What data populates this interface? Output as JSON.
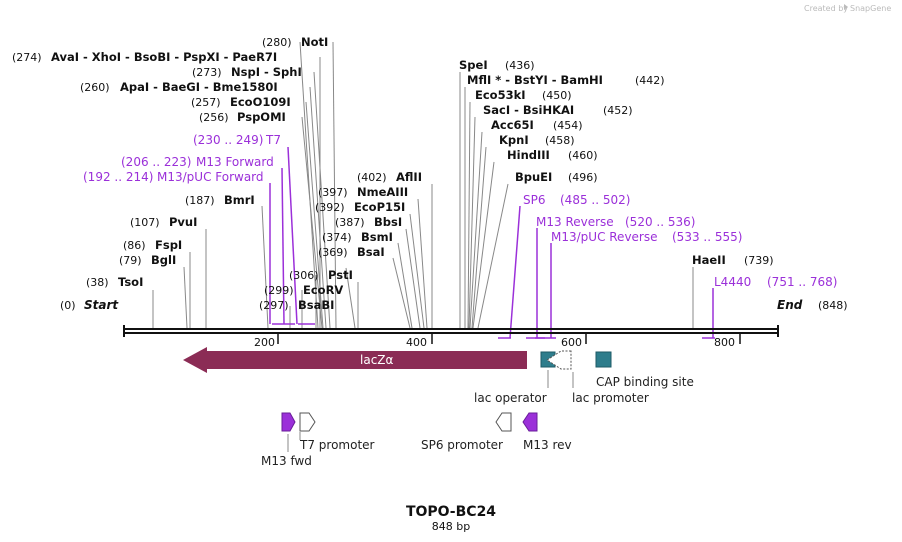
{
  "watermark": {
    "prefix": "Created by",
    "brand": "SnapGene"
  },
  "title": "TOPO-BC24",
  "subtitle": "848 bp",
  "start_label": "Start",
  "start_pos": "(0)",
  "end_label": "End",
  "end_pos": "(848)",
  "ruler": [
    "200",
    "400",
    "600",
    "800"
  ],
  "sites_left": {
    "r274": {
      "pos": "(274)",
      "text": "AvaI  -  XhoI  -  BsoBI  -  PspXI  -  PaeR7I"
    },
    "r280": {
      "pos": "(280)",
      "name": "NotI"
    },
    "r273": {
      "pos": "(273)",
      "text": "NspI  -  SphI"
    },
    "r260": {
      "pos": "(260)",
      "text": "ApaI  -  BaeGI  -  Bme1580I"
    },
    "r257": {
      "pos": "(257)",
      "name": "EcoO109I"
    },
    "r256": {
      "pos": "(256)",
      "name": "PspOMI"
    },
    "r187": {
      "pos": "(187)",
      "name": "BmrI"
    },
    "r107": {
      "pos": "(107)",
      "name": "PvuI"
    },
    "r86": {
      "pos": "(86)",
      "name": "FspI"
    },
    "r79": {
      "pos": "(79)",
      "name": "BglI"
    },
    "r38": {
      "pos": "(38)",
      "name": "TsoI"
    },
    "r306": {
      "pos": "(306)",
      "name": "PstI"
    },
    "r299": {
      "pos": "(299)",
      "name": "EcoRV"
    },
    "r297": {
      "pos": "(297)",
      "name": "BsaBI"
    }
  },
  "sites_mid": {
    "r402": {
      "pos": "(402)",
      "name": "AflII"
    },
    "r397": {
      "pos": "(397)",
      "name": "NmeAIII"
    },
    "r392": {
      "pos": "(392)",
      "name": "EcoP15I"
    },
    "r387": {
      "pos": "(387)",
      "name": "BbsI"
    },
    "r374": {
      "pos": "(374)",
      "name": "BsmI"
    },
    "r369": {
      "pos": "(369)",
      "name": "BsaI"
    }
  },
  "sites_right": {
    "r436": {
      "name": "SpeI",
      "pos": "(436)"
    },
    "r442": {
      "text": "MflI *  -  BstYI  -  BamHI",
      "pos": "(442)"
    },
    "r450": {
      "name": "Eco53kI",
      "pos": "(450)"
    },
    "r452": {
      "text": "SacI  -  BsiHKAI",
      "pos": "(452)"
    },
    "r454": {
      "name": "Acc65I",
      "pos": "(454)"
    },
    "r458": {
      "name": "KpnI",
      "pos": "(458)"
    },
    "r460": {
      "name": "HindIII",
      "pos": "(460)"
    },
    "r496": {
      "name": "BpuEI",
      "pos": "(496)"
    },
    "r739": {
      "name": "HaeII",
      "pos": "(739)"
    }
  },
  "primers": {
    "t7": {
      "range": "(230 .. 249)",
      "name": "T7"
    },
    "m13f": {
      "range": "(206 .. 223)",
      "name": "M13 Forward"
    },
    "m13puc": {
      "range": "(192 .. 214)",
      "name": "M13/pUC Forward"
    },
    "sp6": {
      "name": "SP6",
      "range": "(485 .. 502)"
    },
    "m13r": {
      "name": "M13 Reverse",
      "range": "(520 .. 536)"
    },
    "m13pucr": {
      "name": "M13/pUC Reverse",
      "range": "(533 .. 555)"
    },
    "l4440": {
      "name": "L4440",
      "range": "(751 .. 768)"
    }
  },
  "features": {
    "lacz": "lacZα",
    "cap": "CAP binding site",
    "lac_operator": "lac operator",
    "lac_promoter": "lac promoter",
    "t7_promoter": "T7 promoter",
    "m13_fwd": "M13 fwd",
    "sp6_promoter": "SP6 promoter",
    "m13_rev": "M13 rev"
  },
  "colors": {
    "purple": "#9b30d9",
    "lacz": "#8b2c55",
    "teal": "#2e7d8c",
    "line": "#111111",
    "tick": "#888888"
  }
}
